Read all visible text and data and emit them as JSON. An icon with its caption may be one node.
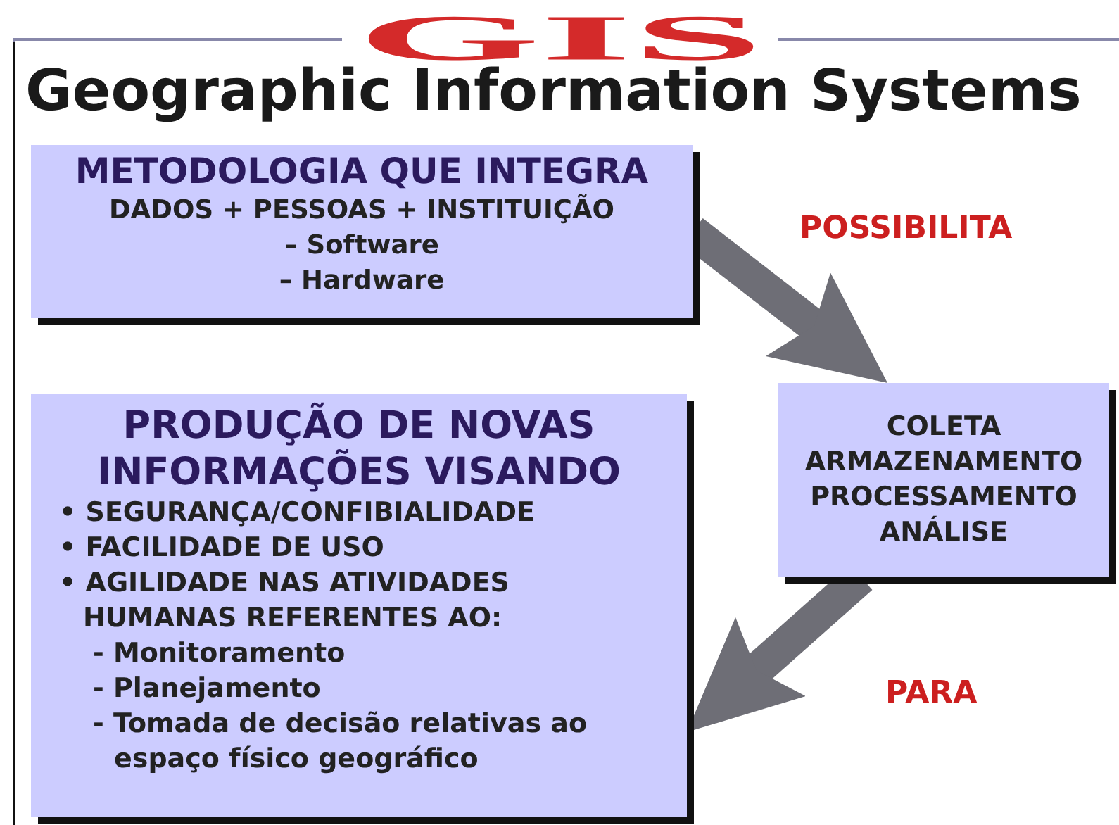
{
  "diagram": {
    "title": "Geographic Information Systems",
    "nodes": [
      {
        "text": [
          "METODOLOGIA QUE INTEGRA",
          "DADOS + PESSOAS + INSTITUIÇÃO",
          "– Software",
          "– Hardware"
        ]
      },
      {
        "text": [
          "COLETA",
          "ARMAZENAMENTO",
          "PROCESSAMENTO",
          "ANÁLISE"
        ]
      },
      {
        "text": [
          "PRODUÇÃO DE NOVAS INFORMAÇÕES VISANDO",
          "• SEGURANÇA/CONFIBIALIDADE",
          "• FACILIDADE DE USO",
          "• AGILIDADE NAS ATIVIDADES HUMANAS REFERENTES AO:",
          "- Monitoramento",
          "- Planejamento",
          "- Tomada de decisão relativas ao espaço físico geográfico"
        ]
      }
    ],
    "edges": [
      {
        "from": 0,
        "to": 1,
        "label": "POSSIBILITA",
        "arrow": "to"
      },
      {
        "from": 1,
        "to": 2,
        "label": "PARA",
        "arrow": "to"
      }
    ],
    "labels": [
      "GIS"
    ]
  }
}
